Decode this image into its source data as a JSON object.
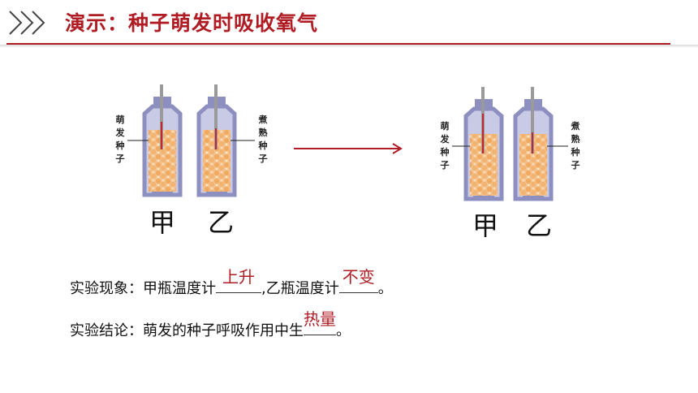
{
  "header": {
    "title": "演示：种子萌发时吸收氧气"
  },
  "figure": {
    "left_group": {
      "label_left": "萌发种子",
      "label_right": "煮熟种子",
      "bottle_a": "甲",
      "bottle_b": "乙"
    },
    "right_group": {
      "label_left": "萌发种子",
      "label_right": "煮熟种子",
      "bottle_a": "甲",
      "bottle_b": "乙"
    }
  },
  "phenomenon": {
    "prefix": "实验现象：甲瓶温度计",
    "answer1": "上升",
    "middle": ",乙瓶温度计",
    "answer2": "不变",
    "suffix": "。"
  },
  "conclusion": {
    "prefix": "实验结论：萌发的种子呼吸作用中生",
    "answer": "热量",
    "suffix": "。"
  },
  "colors": {
    "accent": "#b01c24",
    "bottle": "#8d8fc0",
    "seed": "#f2b574"
  }
}
